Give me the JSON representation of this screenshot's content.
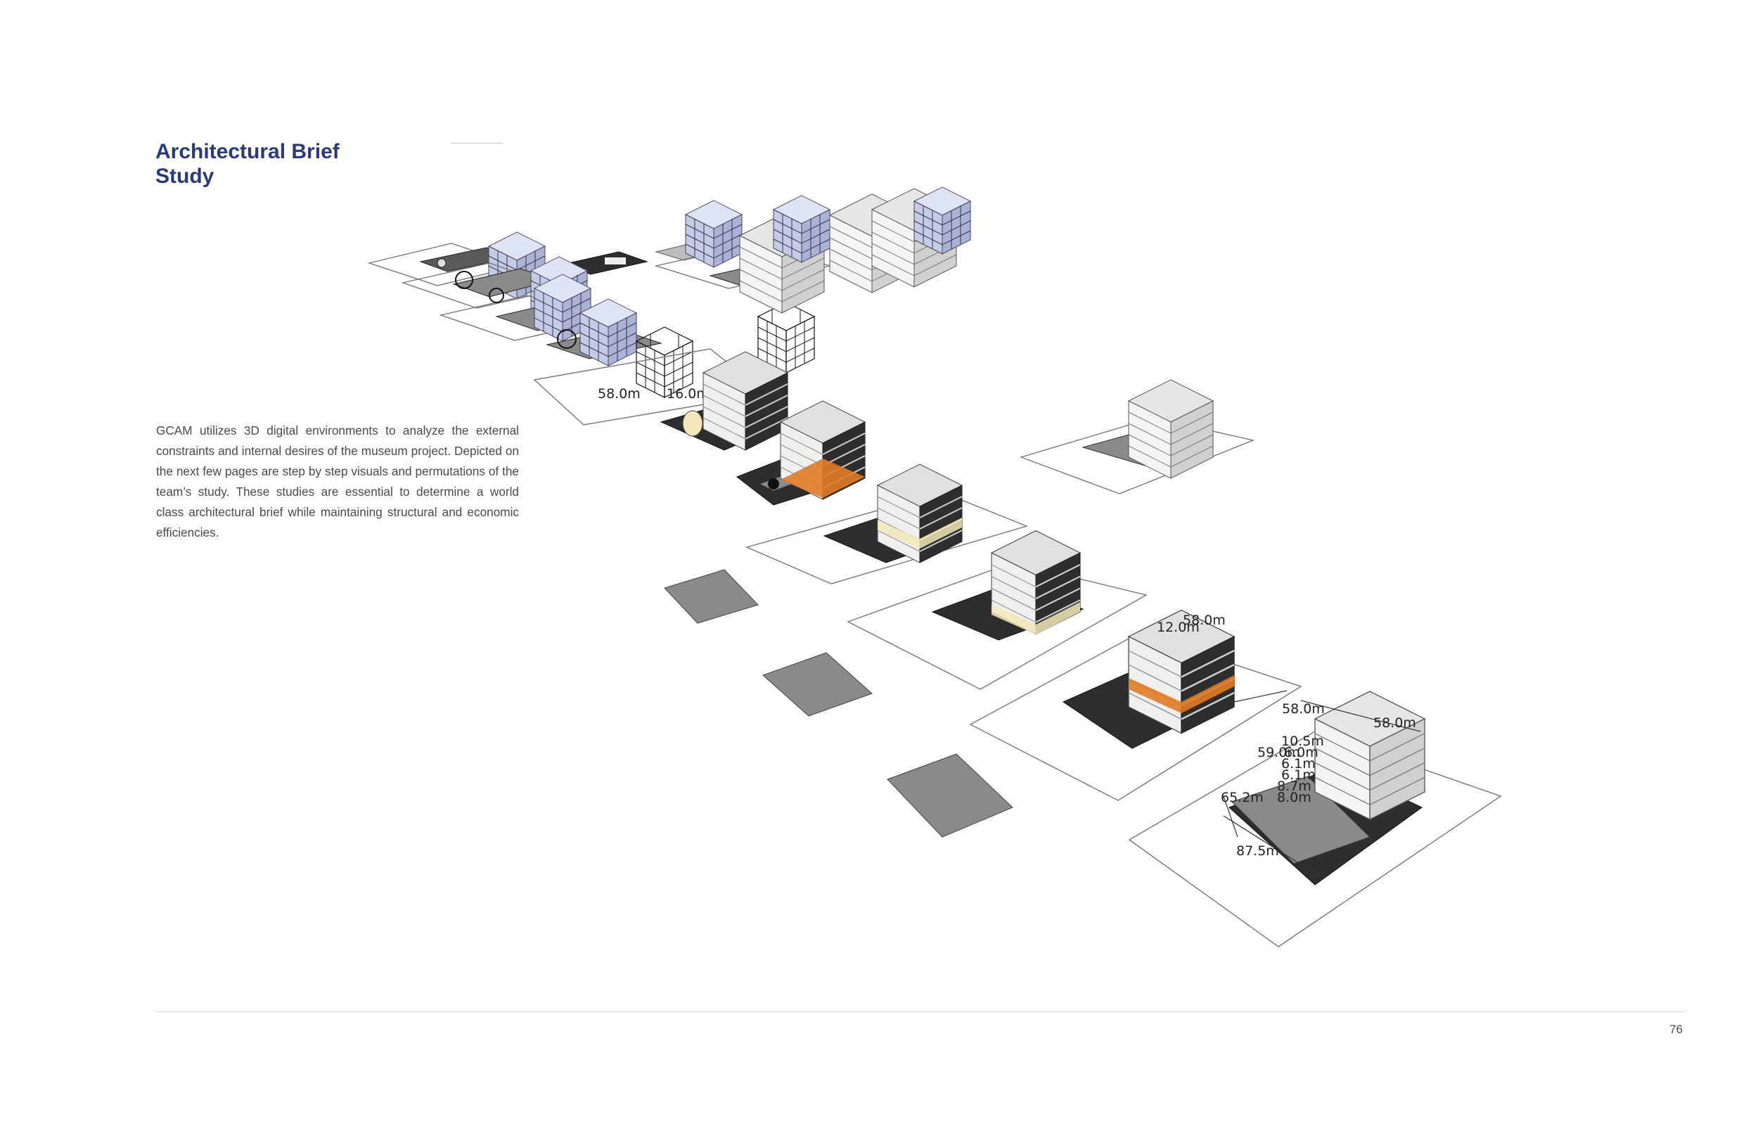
{
  "page": {
    "title_line1": "Architectural Brief",
    "title_line2": "Study",
    "body": "GCAM utilizes 3D digital environments to analyze the external constraints and internal desires of the museum project. Depicted on the next few pages are step by step visuals and permutations of the team’s study.  These studies are essential to determine a world class architectural brief while maintaining structural and economic efficiencies.",
    "page_number": "76"
  },
  "dimensions": {
    "upper_mid_a": "12.0m",
    "upper_mid_b": "58.0m",
    "top_a": "58.0m",
    "top_b": "58.0m",
    "height_a": "10.5m",
    "height_b": "59.0m",
    "height_c": "6.0m",
    "height_d": "6.1m",
    "height_e": "6.1m",
    "height_f": "8.7m",
    "height_g": "8.0m",
    "width_a": "65.2m",
    "width_b": "87.5m",
    "cluster_a": "58.0m",
    "cluster_b": "16.0m"
  },
  "colors": {
    "title": "#2a3a78",
    "base_dark": "#2e2e2e",
    "site_gray": "#8a8a8a",
    "accent_orange": "#e07a26",
    "accent_cream": "#f2e8b8"
  }
}
